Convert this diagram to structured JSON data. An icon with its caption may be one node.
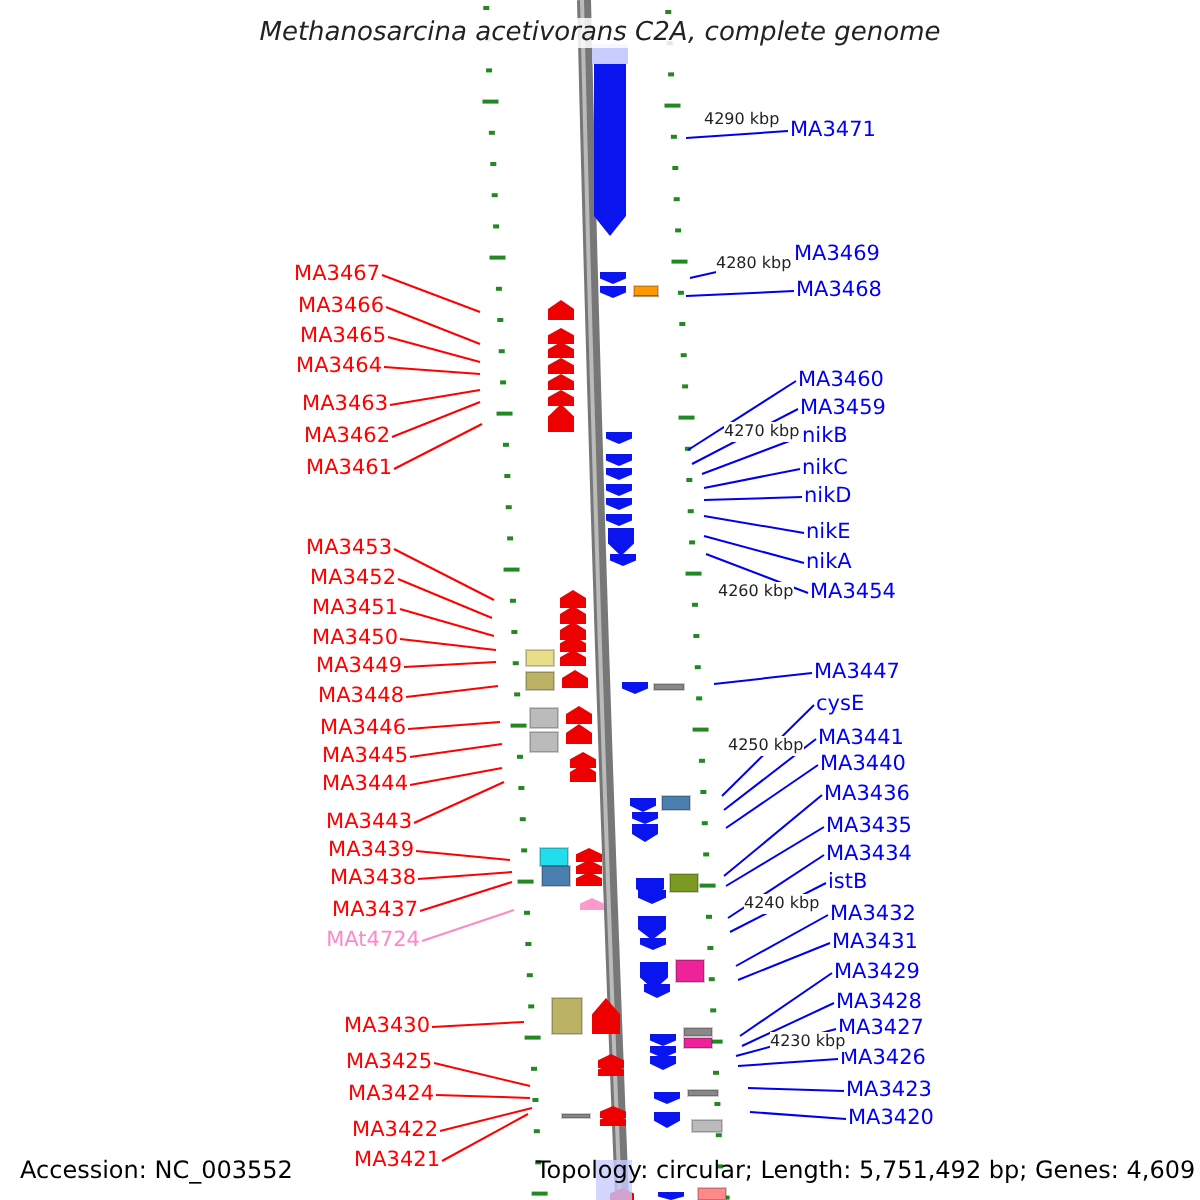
{
  "diagram": {
    "title": "Methanosarcina acetivorans C2A, complete genome",
    "nodes": [
      {
        "text": [
          "MA3467"
        ]
      },
      {
        "text": [
          "MA3466"
        ]
      },
      {
        "text": [
          "MA3465"
        ]
      },
      {
        "text": [
          "MA3464"
        ]
      },
      {
        "text": [
          "MA3463"
        ]
      },
      {
        "text": [
          "MA3462"
        ]
      },
      {
        "text": [
          "MA3461"
        ]
      },
      {
        "text": [
          "MA3453"
        ]
      },
      {
        "text": [
          "MA3452"
        ]
      },
      {
        "text": [
          "MA3451"
        ]
      },
      {
        "text": [
          "MA3450"
        ]
      },
      {
        "text": [
          "MA3449"
        ]
      },
      {
        "text": [
          "MA3448"
        ]
      },
      {
        "text": [
          "MA3446"
        ]
      },
      {
        "text": [
          "MA3445"
        ]
      },
      {
        "text": [
          "MA3444"
        ]
      },
      {
        "text": [
          "MA3443"
        ]
      },
      {
        "text": [
          "MA3439"
        ]
      },
      {
        "text": [
          "MA3438"
        ]
      },
      {
        "text": [
          "MA3437"
        ]
      },
      {
        "text": [
          "MAt4724"
        ]
      },
      {
        "text": [
          "MA3430"
        ]
      },
      {
        "text": [
          "MA3425"
        ]
      },
      {
        "text": [
          "MA3424"
        ]
      },
      {
        "text": [
          "MA3422"
        ]
      },
      {
        "text": [
          "MA3421"
        ]
      },
      {
        "text": [
          "MA3471"
        ]
      },
      {
        "text": [
          "MA3469"
        ]
      },
      {
        "text": [
          "MA3468"
        ]
      },
      {
        "text": [
          "MA3460"
        ]
      },
      {
        "text": [
          "MA3459"
        ]
      },
      {
        "text": [
          "nikB"
        ]
      },
      {
        "text": [
          "nikC"
        ]
      },
      {
        "text": [
          "nikD"
        ]
      },
      {
        "text": [
          "nikE"
        ]
      },
      {
        "text": [
          "nikA"
        ]
      },
      {
        "text": [
          "MA3454"
        ]
      },
      {
        "text": [
          "MA3447"
        ]
      },
      {
        "text": [
          "cysE"
        ]
      },
      {
        "text": [
          "MA3441"
        ]
      },
      {
        "text": [
          "MA3440"
        ]
      },
      {
        "text": [
          "MA3436"
        ]
      },
      {
        "text": [
          "MA3435"
        ]
      },
      {
        "text": [
          "MA3434"
        ]
      },
      {
        "text": [
          "istB"
        ]
      },
      {
        "text": [
          "MA3432"
        ]
      },
      {
        "text": [
          "MA3431"
        ]
      },
      {
        "text": [
          "MA3429"
        ]
      },
      {
        "text": [
          "MA3428"
        ]
      },
      {
        "text": [
          "MA3427"
        ]
      },
      {
        "text": [
          "MA3426"
        ]
      },
      {
        "text": [
          "MA3423"
        ]
      },
      {
        "text": [
          "MA3420"
        ]
      }
    ],
    "edges": [
      {
        "from": 0,
        "to": null,
        "arrow": "none",
        "color": "#ff0000"
      },
      {
        "from": 1,
        "to": null,
        "arrow": "none",
        "color": "#ff0000"
      },
      {
        "from": 2,
        "to": null,
        "arrow": "none",
        "color": "#ff0000"
      },
      {
        "from": 3,
        "to": null,
        "arrow": "none",
        "color": "#ff0000"
      },
      {
        "from": 4,
        "to": null,
        "arrow": "none",
        "color": "#ff0000"
      },
      {
        "from": 5,
        "to": null,
        "arrow": "none",
        "color": "#ff0000"
      },
      {
        "from": 6,
        "to": null,
        "arrow": "none",
        "color": "#ff0000"
      },
      {
        "from": 7,
        "to": null,
        "arrow": "none",
        "color": "#ff0000"
      },
      {
        "from": 8,
        "to": null,
        "arrow": "none",
        "color": "#ff0000"
      },
      {
        "from": 9,
        "to": null,
        "arrow": "none",
        "color": "#ff0000"
      },
      {
        "from": 10,
        "to": null,
        "arrow": "none",
        "color": "#ff0000"
      },
      {
        "from": 11,
        "to": null,
        "arrow": "none",
        "color": "#ff0000"
      },
      {
        "from": 12,
        "to": null,
        "arrow": "none",
        "color": "#ff0000"
      },
      {
        "from": 13,
        "to": null,
        "arrow": "none",
        "color": "#ff0000"
      },
      {
        "from": 14,
        "to": null,
        "arrow": "none",
        "color": "#ff0000"
      },
      {
        "from": 15,
        "to": null,
        "arrow": "none",
        "color": "#ff0000"
      },
      {
        "from": 16,
        "to": null,
        "arrow": "none",
        "color": "#ff0000"
      },
      {
        "from": 17,
        "to": null,
        "arrow": "none",
        "color": "#ff0000"
      },
      {
        "from": 18,
        "to": null,
        "arrow": "none",
        "color": "#ff0000"
      },
      {
        "from": 19,
        "to": null,
        "arrow": "none",
        "color": "#ff0000"
      },
      {
        "from": 20,
        "to": null,
        "arrow": "none",
        "color": "#ff88cc"
      },
      {
        "from": 21,
        "to": null,
        "arrow": "none",
        "color": "#ff0000"
      },
      {
        "from": 22,
        "to": null,
        "arrow": "none",
        "color": "#ff0000"
      },
      {
        "from": 23,
        "to": null,
        "arrow": "none",
        "color": "#ff0000"
      },
      {
        "from": 24,
        "to": null,
        "arrow": "none",
        "color": "#ff0000"
      },
      {
        "from": 25,
        "to": null,
        "arrow": "none",
        "color": "#ff0000"
      },
      {
        "from": 26,
        "to": null,
        "arrow": "none"
      },
      {
        "from": 27,
        "to": null,
        "arrow": "none"
      },
      {
        "from": 28,
        "to": null,
        "arrow": "none"
      },
      {
        "from": 29,
        "to": null,
        "arrow": "none"
      },
      {
        "from": 30,
        "to": null,
        "arrow": "none"
      },
      {
        "from": 31,
        "to": null,
        "arrow": "none"
      },
      {
        "from": 32,
        "to": null,
        "arrow": "none"
      },
      {
        "from": 33,
        "to": null,
        "arrow": "none"
      },
      {
        "from": 34,
        "to": null,
        "arrow": "none"
      },
      {
        "from": 35,
        "to": null,
        "arrow": "none"
      },
      {
        "from": 36,
        "to": null,
        "arrow": "none"
      },
      {
        "from": 37,
        "to": null,
        "arrow": "none"
      },
      {
        "from": 38,
        "to": null,
        "arrow": "none"
      },
      {
        "from": 39,
        "to": null,
        "arrow": "none"
      },
      {
        "from": 40,
        "to": null,
        "arrow": "none"
      },
      {
        "from": 41,
        "to": null,
        "arrow": "none"
      },
      {
        "from": 42,
        "to": null,
        "arrow": "none"
      },
      {
        "from": 43,
        "to": null,
        "arrow": "none"
      },
      {
        "from": 44,
        "to": null,
        "arrow": "none"
      },
      {
        "from": 45,
        "to": null,
        "arrow": "none"
      },
      {
        "from": 46,
        "to": null,
        "arrow": "none"
      },
      {
        "from": 47,
        "to": null,
        "arrow": "none"
      },
      {
        "from": 48,
        "to": null,
        "arrow": "none"
      },
      {
        "from": 49,
        "to": null,
        "arrow": "none"
      },
      {
        "from": 50,
        "to": null,
        "arrow": "none"
      },
      {
        "from": 51,
        "to": null,
        "arrow": "none"
      },
      {
        "from": 52,
        "to": null,
        "arrow": "none"
      }
    ],
    "labels": [
      "4290 kbp",
      "4280 kbp",
      "4270 kbp",
      "4260 kbp",
      "4250 kbp",
      "4240 kbp",
      "4230 kbp",
      "Accession: NC_003552",
      "Topology: circular; Length: 5,751,492 bp; Genes: 4,609"
    ]
  }
}
